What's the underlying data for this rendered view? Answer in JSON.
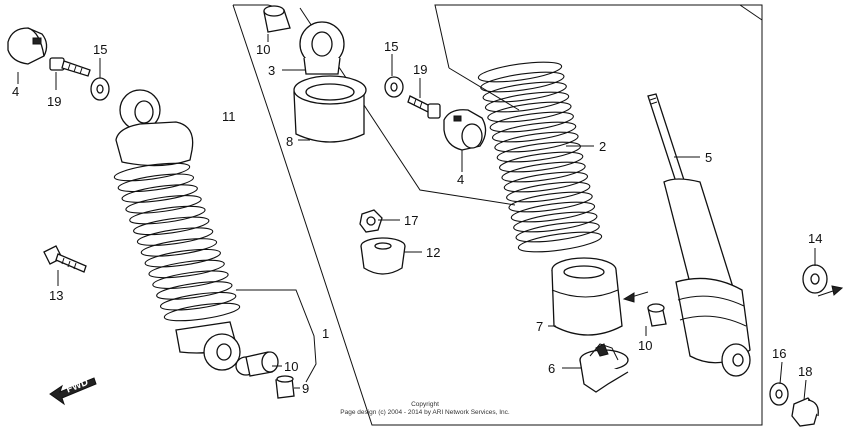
{
  "callouts": {
    "c1": "1",
    "c2": "2",
    "c3": "3",
    "c4a": "4",
    "c4b": "4",
    "c5": "5",
    "c6": "6",
    "c7": "7",
    "c8": "8",
    "c9": "9",
    "c10a": "10",
    "c10b": "10",
    "c10c": "10",
    "c11": "11",
    "c12": "12",
    "c13": "13",
    "c14": "14",
    "c15a": "15",
    "c15b": "15",
    "c16": "16",
    "c17": "17",
    "c18": "18",
    "c19a": "19",
    "c19b": "19"
  },
  "fwd_label": "FWD",
  "copyright": {
    "line1": "Copyright",
    "line2": "Page design (c) 2004 - 2014 by ARI Network Services, Inc."
  }
}
